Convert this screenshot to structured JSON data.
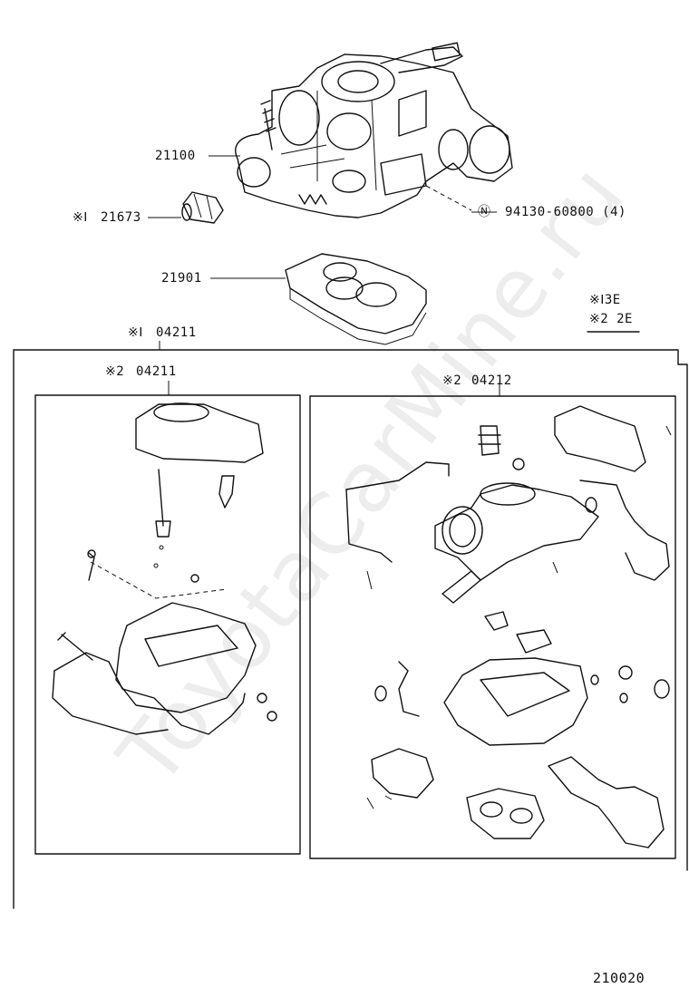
{
  "labels": {
    "carb_assy": "21100",
    "fuel_cut_valve": "21673",
    "fuel_cut_valve_mark": "※Ⅰ",
    "nut": "94130-60800 (4)",
    "nut_mark": "Ⓝ",
    "insulator": "21901",
    "overhaul_kit_1": "04211",
    "overhaul_kit_1_mark": "※Ⅰ",
    "overhaul_kit_2": "04211",
    "overhaul_kit_2_mark": "※2",
    "gasket_kit": "04212",
    "gasket_kit_mark": "※2",
    "legend_1": "※Ⅰ3E",
    "legend_2": "※2 2E",
    "diagram_code": "210020"
  },
  "watermark": "ToyotaCarMine.ru"
}
